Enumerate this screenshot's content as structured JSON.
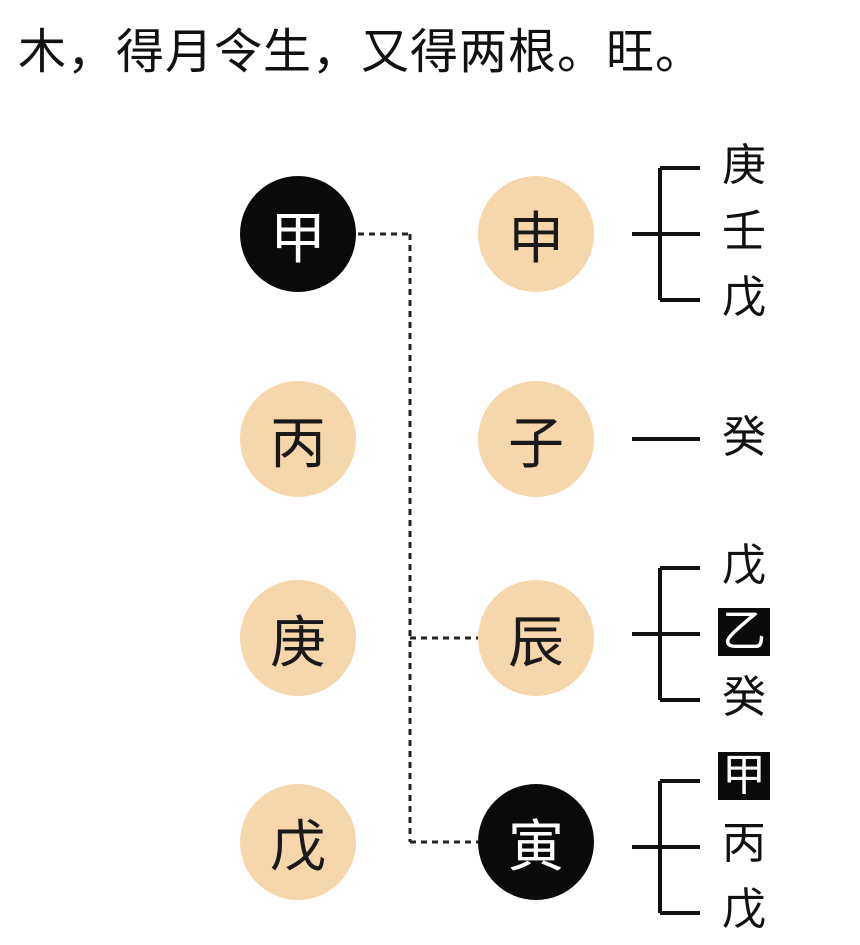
{
  "title": "木，得月令生，又得两根。旺。",
  "stems": [
    "甲",
    "丙",
    "庚",
    "戊"
  ],
  "branches": [
    "申",
    "子",
    "辰",
    "寅"
  ],
  "hidden": {
    "shen": [
      "庚",
      "壬",
      "戊"
    ],
    "zi": [
      "癸"
    ],
    "chen": [
      "戊",
      "乙",
      "癸"
    ],
    "yin": [
      "甲",
      "丙",
      "戊"
    ]
  },
  "colors": {
    "peach": "#f6d6ab",
    "black": "#0a0a0a"
  }
}
